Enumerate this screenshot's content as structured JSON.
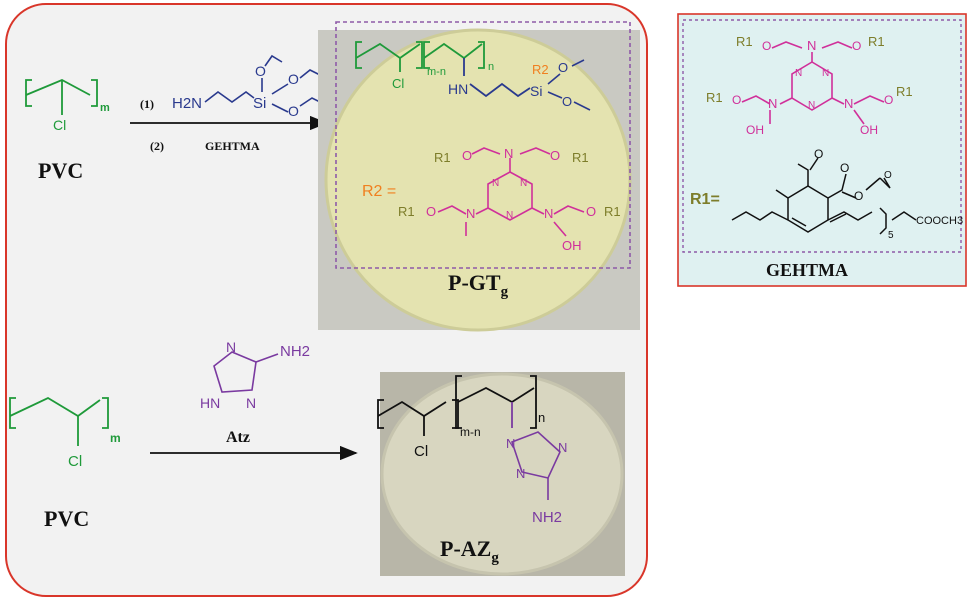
{
  "colors": {
    "main_border": "#d9362a",
    "main_panel_bg": "#f2f2f2",
    "side_panel_border": "#d9362a",
    "side_panel_bg": "#dff1f1",
    "dashed_box": "#8e5aa8",
    "pvc_chain": "#1f9a3a",
    "aminosilane": "#2a3a8e",
    "triazine": "#d0309a",
    "r1_olive": "#7d7d2a",
    "r2_orange": "#f08020",
    "triazole": "#7a3aa0",
    "film_gt": "#e4e3b0",
    "film_az": "#d8d6c0",
    "black": "#111111"
  },
  "top_scheme": {
    "monomer_sub": "m",
    "cl": "Cl",
    "pvc_label": "PVC",
    "step1_num": "(1)",
    "step2_num": "(2)",
    "step2_reagent": "GEHTMA",
    "reagent_h2n": "H2N",
    "reagent_si": "Si",
    "reagent_o": "O",
    "product": {
      "sub_mn": "m-n",
      "sub_n": "n",
      "hn": "HN",
      "si": "Si",
      "o": "O",
      "cl": "Cl",
      "r2": "R2",
      "r2_equals": "R2 =",
      "r1": "R1",
      "o_atom": "O",
      "n_atom": "N",
      "oh": "OH",
      "label_main": "P-GT",
      "label_sub": "g"
    }
  },
  "bottom_scheme": {
    "monomer_sub": "m",
    "cl": "Cl",
    "pvc_label": "PVC",
    "reagent_label": "Atz",
    "atz_nh2": "NH2",
    "atz_n": "N",
    "atz_hn": "HN",
    "product": {
      "sub_mn": "m-n",
      "sub_n": "n",
      "cl": "Cl",
      "n_atom": "N",
      "nh2": "NH2",
      "label_main": "P-AZ",
      "label_sub": "g"
    }
  },
  "gehtma_panel": {
    "title": "GEHTMA",
    "r1": "R1",
    "n_atom": "N",
    "o_atom": "O",
    "oh": "OH",
    "r1_equals": "R1=",
    "sub_5": "5",
    "cooch3": "COOCH3"
  }
}
